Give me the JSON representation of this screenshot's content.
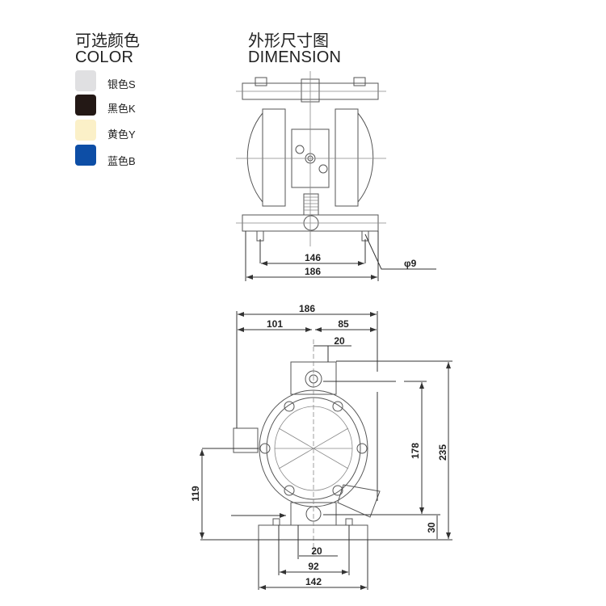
{
  "color_section": {
    "title_cn": "可选颜色",
    "title_en": "COLOR",
    "options": [
      {
        "label": "银色S",
        "color": "#e0e0e2"
      },
      {
        "label": "黑色K",
        "color": "#231815"
      },
      {
        "label": "黄色Y",
        "color": "#fbf0c8"
      },
      {
        "label": "蓝色B",
        "color": "#0d4ea6"
      }
    ]
  },
  "dimension_section": {
    "title_cn": "外形尺寸图",
    "title_en": "DIMENSION",
    "front_view": {
      "inner_width": "146",
      "outer_width": "186",
      "hole_diameter": "φ9"
    },
    "side_view": {
      "total_width": "186",
      "left_width": "101",
      "right_width": "85",
      "port_offset_top": "20",
      "outlet_height": "178",
      "total_height": "235",
      "base_height": "30",
      "air_inlet_height": "119",
      "port_offset_bottom": "20",
      "mount_spacing": "92",
      "base_width": "142"
    }
  }
}
